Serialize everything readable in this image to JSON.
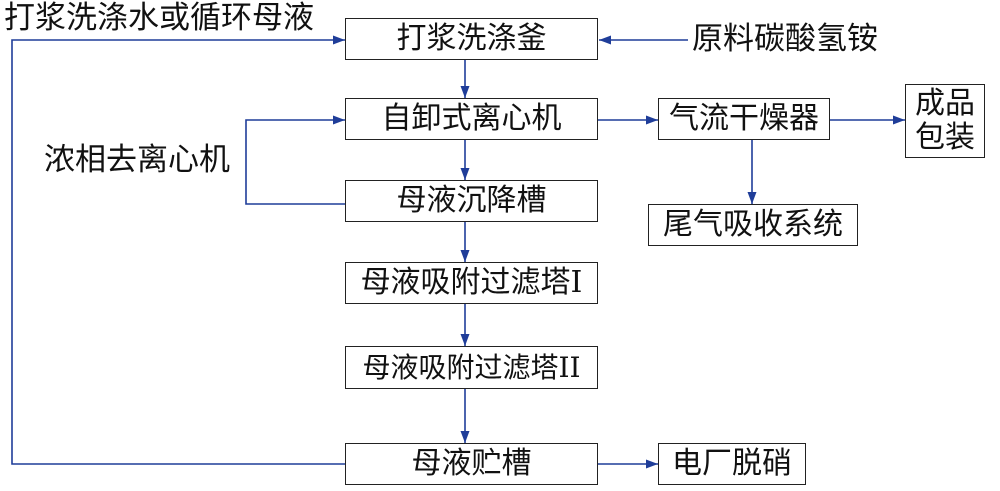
{
  "diagram": {
    "nodes": {
      "slurry_wash_kettle": "打浆洗涤釜",
      "self_unloading_centrifuge": "自卸式离心机",
      "mother_liquor_settling_tank": "母液沉降槽",
      "adsorption_tower_1": "母液吸附过滤塔I",
      "adsorption_tower_2": "母液吸附过滤塔II",
      "mother_liquor_storage_tank": "母液贮槽",
      "flash_dryer": "气流干燥器",
      "tail_gas_absorption": "尾气吸收系统",
      "finished_product_packaging": [
        "成品",
        "包装"
      ],
      "power_plant_denitration": "电厂脱硝"
    },
    "labels": {
      "recycle_input": "打浆洗涤水或循环母液",
      "raw_material": "原料碳酸氢铵",
      "dense_phase": "浓相去离心机"
    },
    "colors": {
      "arrow": "#1f3d99",
      "box_border": "#222222",
      "text": "#111111"
    }
  }
}
